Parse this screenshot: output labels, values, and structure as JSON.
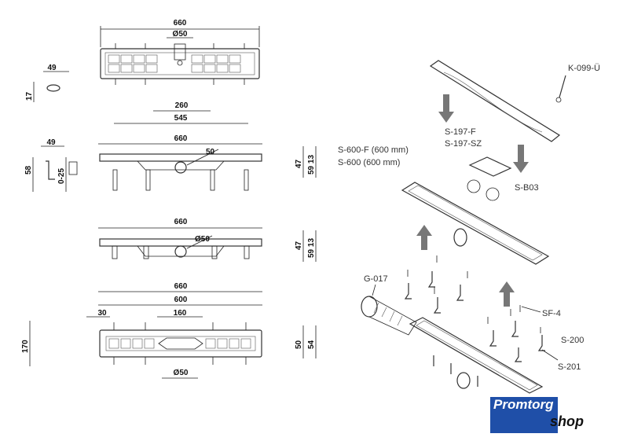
{
  "dims": {
    "top_width": "660",
    "top_outlet": "Ø50",
    "side_49a": "49",
    "side_17": "17",
    "mid_260": "260",
    "mid_545": "545",
    "mid_660": "660",
    "mid_50": "50",
    "side_49b": "49",
    "side_58": "58",
    "side_025": "0-25",
    "right_47a": "47",
    "right_5913a": "59 13",
    "sec_660": "660",
    "sec_50": "Ø50",
    "right_47b": "47",
    "right_5913b": "59 13",
    "bot_660": "660",
    "bot_600": "600",
    "bot_30": "30",
    "bot_160": "160",
    "bot_170": "170",
    "bot_outlet": "Ø50",
    "bot_50": "50",
    "bot_54": "54"
  },
  "parts": {
    "k099": "K-099-Ü",
    "s197f": "S-197-F",
    "s197sz": "S-197-SZ",
    "s600f": "S-600-F  (600 mm)",
    "s600": "S-600      (600 mm)",
    "sb03": "S-B03",
    "g017": "G-017",
    "sf4": "SF-4",
    "s200": "S-200",
    "s201": "S-201"
  },
  "logo": {
    "top": "Promtorg",
    "bottom": "shop",
    "color": "#1f4fa8"
  }
}
